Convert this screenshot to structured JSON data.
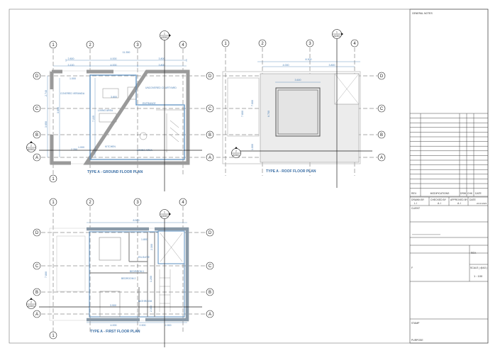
{
  "grid": {
    "columns": [
      "1",
      "2",
      "3",
      "4"
    ],
    "rows": [
      "D",
      "C",
      "B",
      "A"
    ]
  },
  "section_markers": {
    "s1": {
      "number": "1",
      "sheet": "A3301"
    },
    "s2": {
      "number": "2",
      "sheet": "A3301"
    }
  },
  "plans": {
    "ground": {
      "title": "TYPE A - GROUND FLOOR PLAN",
      "dims_top": [
        "11.350"
      ],
      "dims_row1": [
        "2.800",
        "4.000",
        "3.800"
      ],
      "dims_row2": [
        "3.100",
        "4.000",
        "3.800"
      ],
      "dims_misc": [
        "1.000",
        "3.800",
        "7.225",
        "6.700",
        "3.650",
        "1.000",
        "1.000",
        "3.800",
        "2.740",
        "3.650",
        "2.350",
        "1.000"
      ],
      "rooms": {
        "veranda": "COVERED VERANDA",
        "courtyard": "UNCOVERED COURTYARD",
        "living": "LIVING AREA",
        "entrance": "ENTRANCE",
        "kitchen": "KITCHEN",
        "dining": "DINING AREA"
      }
    },
    "roof": {
      "title": "TYPE A - ROOF FLOOR PLAN",
      "dims_top": [
        "8.300"
      ],
      "dims_row1": [
        "4.000",
        "3.800"
      ],
      "dims_misc": [
        "3.600",
        "7.800",
        "7.000",
        "6.700",
        "1.000"
      ]
    },
    "first": {
      "title": "TYPE A - FIRST FLOOR PLAN",
      "dims_top": [
        "8.500"
      ],
      "dims_bottom": [
        "4.000",
        "0.900",
        "2.900"
      ],
      "dims_misc": [
        "1.800",
        "2.300",
        "7.800",
        "3.900",
        "1.200",
        "1.000",
        "1.000",
        "2.300",
        "3.900"
      ],
      "rooms": {
        "bed1": "BEDROOM 1",
        "bed2": "BEDROOM 2",
        "ensuite": "EN-SUITE",
        "bathroom": "BATHROOM"
      }
    }
  },
  "title_block": {
    "general_notes": "GENERAL NOTES",
    "rev_header": {
      "rev": "REV.",
      "modifications": "MODIFICATIONS",
      "drw": "DRW",
      "chk": "CHK",
      "date": "DATE"
    },
    "drawn_by_label": "DRAWN BY",
    "drawn_by": "L.I",
    "checked_by_label": "CHECKED BY",
    "checked_by": "A..I",
    "approved_by_label": "APPROVED BY",
    "approved_by": "A..I",
    "date_label": "DATE",
    "date": "24.10.2023",
    "client_label": "CLIENT",
    "rev_label": "REV.",
    "f_label": "F",
    "scale_label": "SCALE ( @A3 )",
    "scale": "1 : 100",
    "stamp_label": "STAMP",
    "purpose_label": "PURPOSE"
  },
  "colors": {
    "dimension": "#4a7fb5",
    "insulation": "#5b8fc0",
    "wall": "#9a9a9a",
    "line": "#222222"
  }
}
